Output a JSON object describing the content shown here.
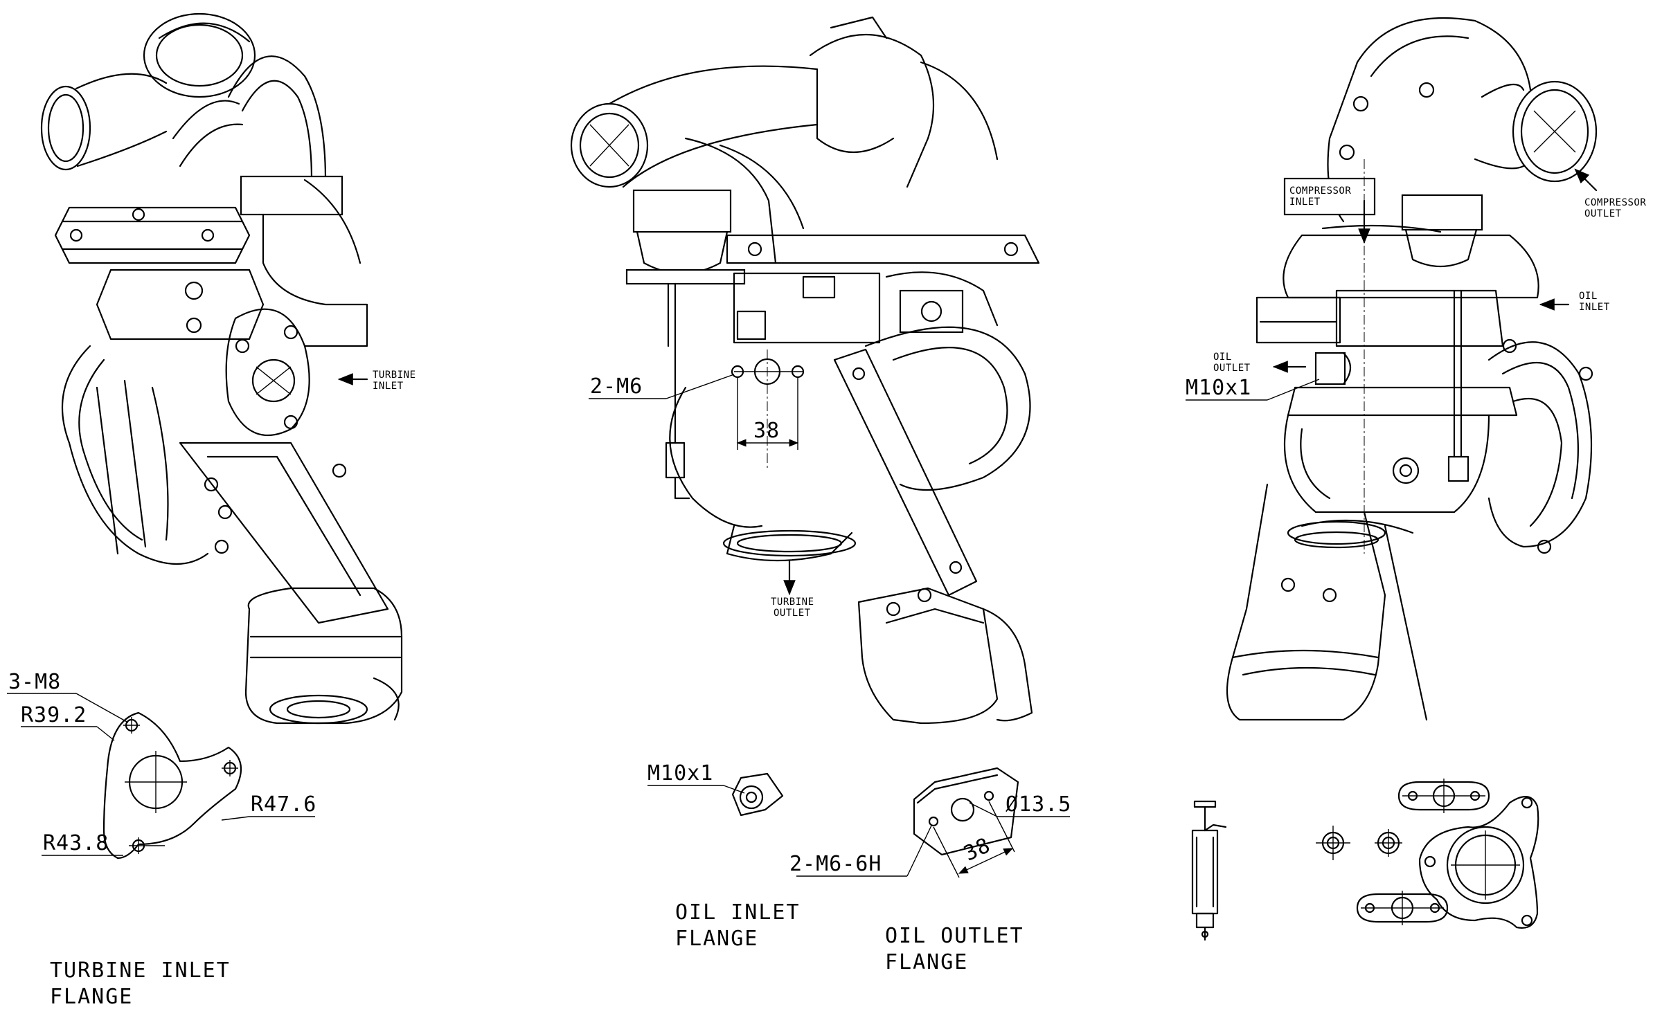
{
  "views": {
    "left": {
      "callouts": {
        "turbine_inlet": "TURBINE\nINLET"
      },
      "flange": {
        "thread": "3-M8",
        "r1": "R39.2",
        "r2": "R47.6",
        "r3": "R43.8",
        "caption_1": "TURBINE  INLET",
        "caption_2": "FLANGE"
      }
    },
    "center": {
      "callouts": {
        "thread": "2-M6",
        "spacing": "38",
        "turbine_outlet_1": "TURBINE",
        "turbine_outlet_2": "OUTLET"
      },
      "oil_inlet_flange": {
        "thread": "M10x1",
        "caption_1": "OIL  INLET",
        "caption_2": "FLANGE"
      },
      "oil_outlet_flange": {
        "diameter": "Ø13.5",
        "spacing": "38",
        "thread": "2-M6-6H",
        "caption_1": "OIL  OUTLET",
        "caption_2": "FLANGE"
      }
    },
    "right": {
      "callouts": {
        "compressor_inlet_1": "COMPRESSOR",
        "compressor_inlet_2": "INLET",
        "compressor_outlet_1": "COMPRESSOR",
        "compressor_outlet_2": "OUTLET",
        "oil_inlet_1": "OIL",
        "oil_inlet_2": "INLET",
        "oil_outlet_1": "OIL",
        "oil_outlet_2": "OUTLET",
        "thread": "M10x1"
      }
    }
  },
  "colors": {
    "line": "#000000",
    "background": "#ffffff"
  }
}
